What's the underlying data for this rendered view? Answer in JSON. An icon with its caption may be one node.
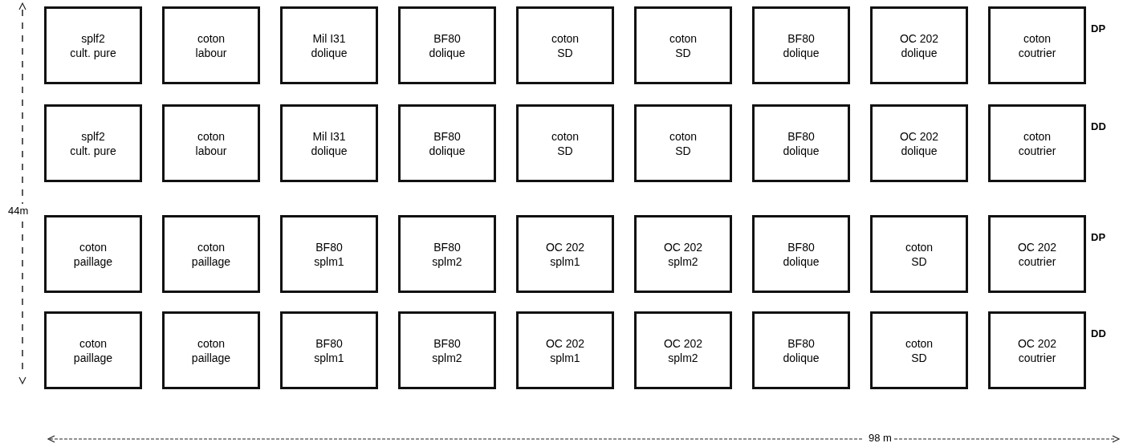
{
  "diagram": {
    "nodes": [
      {
        "text": [
          "splf2",
          "cult. pure"
        ]
      },
      {
        "text": [
          "coton",
          "labour"
        ]
      },
      {
        "text": [
          "Mil I31",
          "dolique"
        ]
      },
      {
        "text": [
          "BF80",
          "dolique"
        ]
      },
      {
        "text": [
          "coton",
          "SD"
        ]
      },
      {
        "text": [
          "coton",
          "SD"
        ]
      },
      {
        "text": [
          "BF80",
          "dolique"
        ]
      },
      {
        "text": [
          "OC 202",
          "dolique"
        ]
      },
      {
        "text": [
          "coton",
          "coutrier"
        ]
      },
      {
        "text": [
          "splf2",
          "cult. pure"
        ]
      },
      {
        "text": [
          "coton",
          "labour"
        ]
      },
      {
        "text": [
          "Mil I31",
          "dolique"
        ]
      },
      {
        "text": [
          "BF80",
          "dolique"
        ]
      },
      {
        "text": [
          "coton",
          "SD"
        ]
      },
      {
        "text": [
          "coton",
          "SD"
        ]
      },
      {
        "text": [
          "BF80",
          "dolique"
        ]
      },
      {
        "text": [
          "OC 202",
          "dolique"
        ]
      },
      {
        "text": [
          "coton",
          "coutrier"
        ]
      },
      {
        "text": [
          "coton",
          "paillage"
        ]
      },
      {
        "text": [
          "coton",
          "paillage"
        ]
      },
      {
        "text": [
          "BF80",
          "splm1"
        ]
      },
      {
        "text": [
          "BF80",
          "splm2"
        ]
      },
      {
        "text": [
          "OC 202",
          "splm1"
        ]
      },
      {
        "text": [
          "OC 202",
          "splm2"
        ]
      },
      {
        "text": [
          "BF80",
          "dolique"
        ]
      },
      {
        "text": [
          "coton",
          "SD"
        ]
      },
      {
        "text": [
          "OC 202",
          "coutrier"
        ]
      },
      {
        "text": [
          "coton",
          "paillage"
        ]
      },
      {
        "text": [
          "coton",
          "paillage"
        ]
      },
      {
        "text": [
          "BF80",
          "splm1"
        ]
      },
      {
        "text": [
          "BF80",
          "splm2"
        ]
      },
      {
        "text": [
          "OC 202",
          "splm1"
        ]
      },
      {
        "text": [
          "OC 202",
          "splm2"
        ]
      },
      {
        "text": [
          "BF80",
          "dolique"
        ]
      },
      {
        "text": [
          "coton",
          "SD"
        ]
      },
      {
        "text": [
          "OC 202",
          "coutrier"
        ]
      }
    ],
    "labels": [
      "DP",
      "DD",
      "44m",
      "DP",
      "DD",
      "98 m"
    ]
  }
}
